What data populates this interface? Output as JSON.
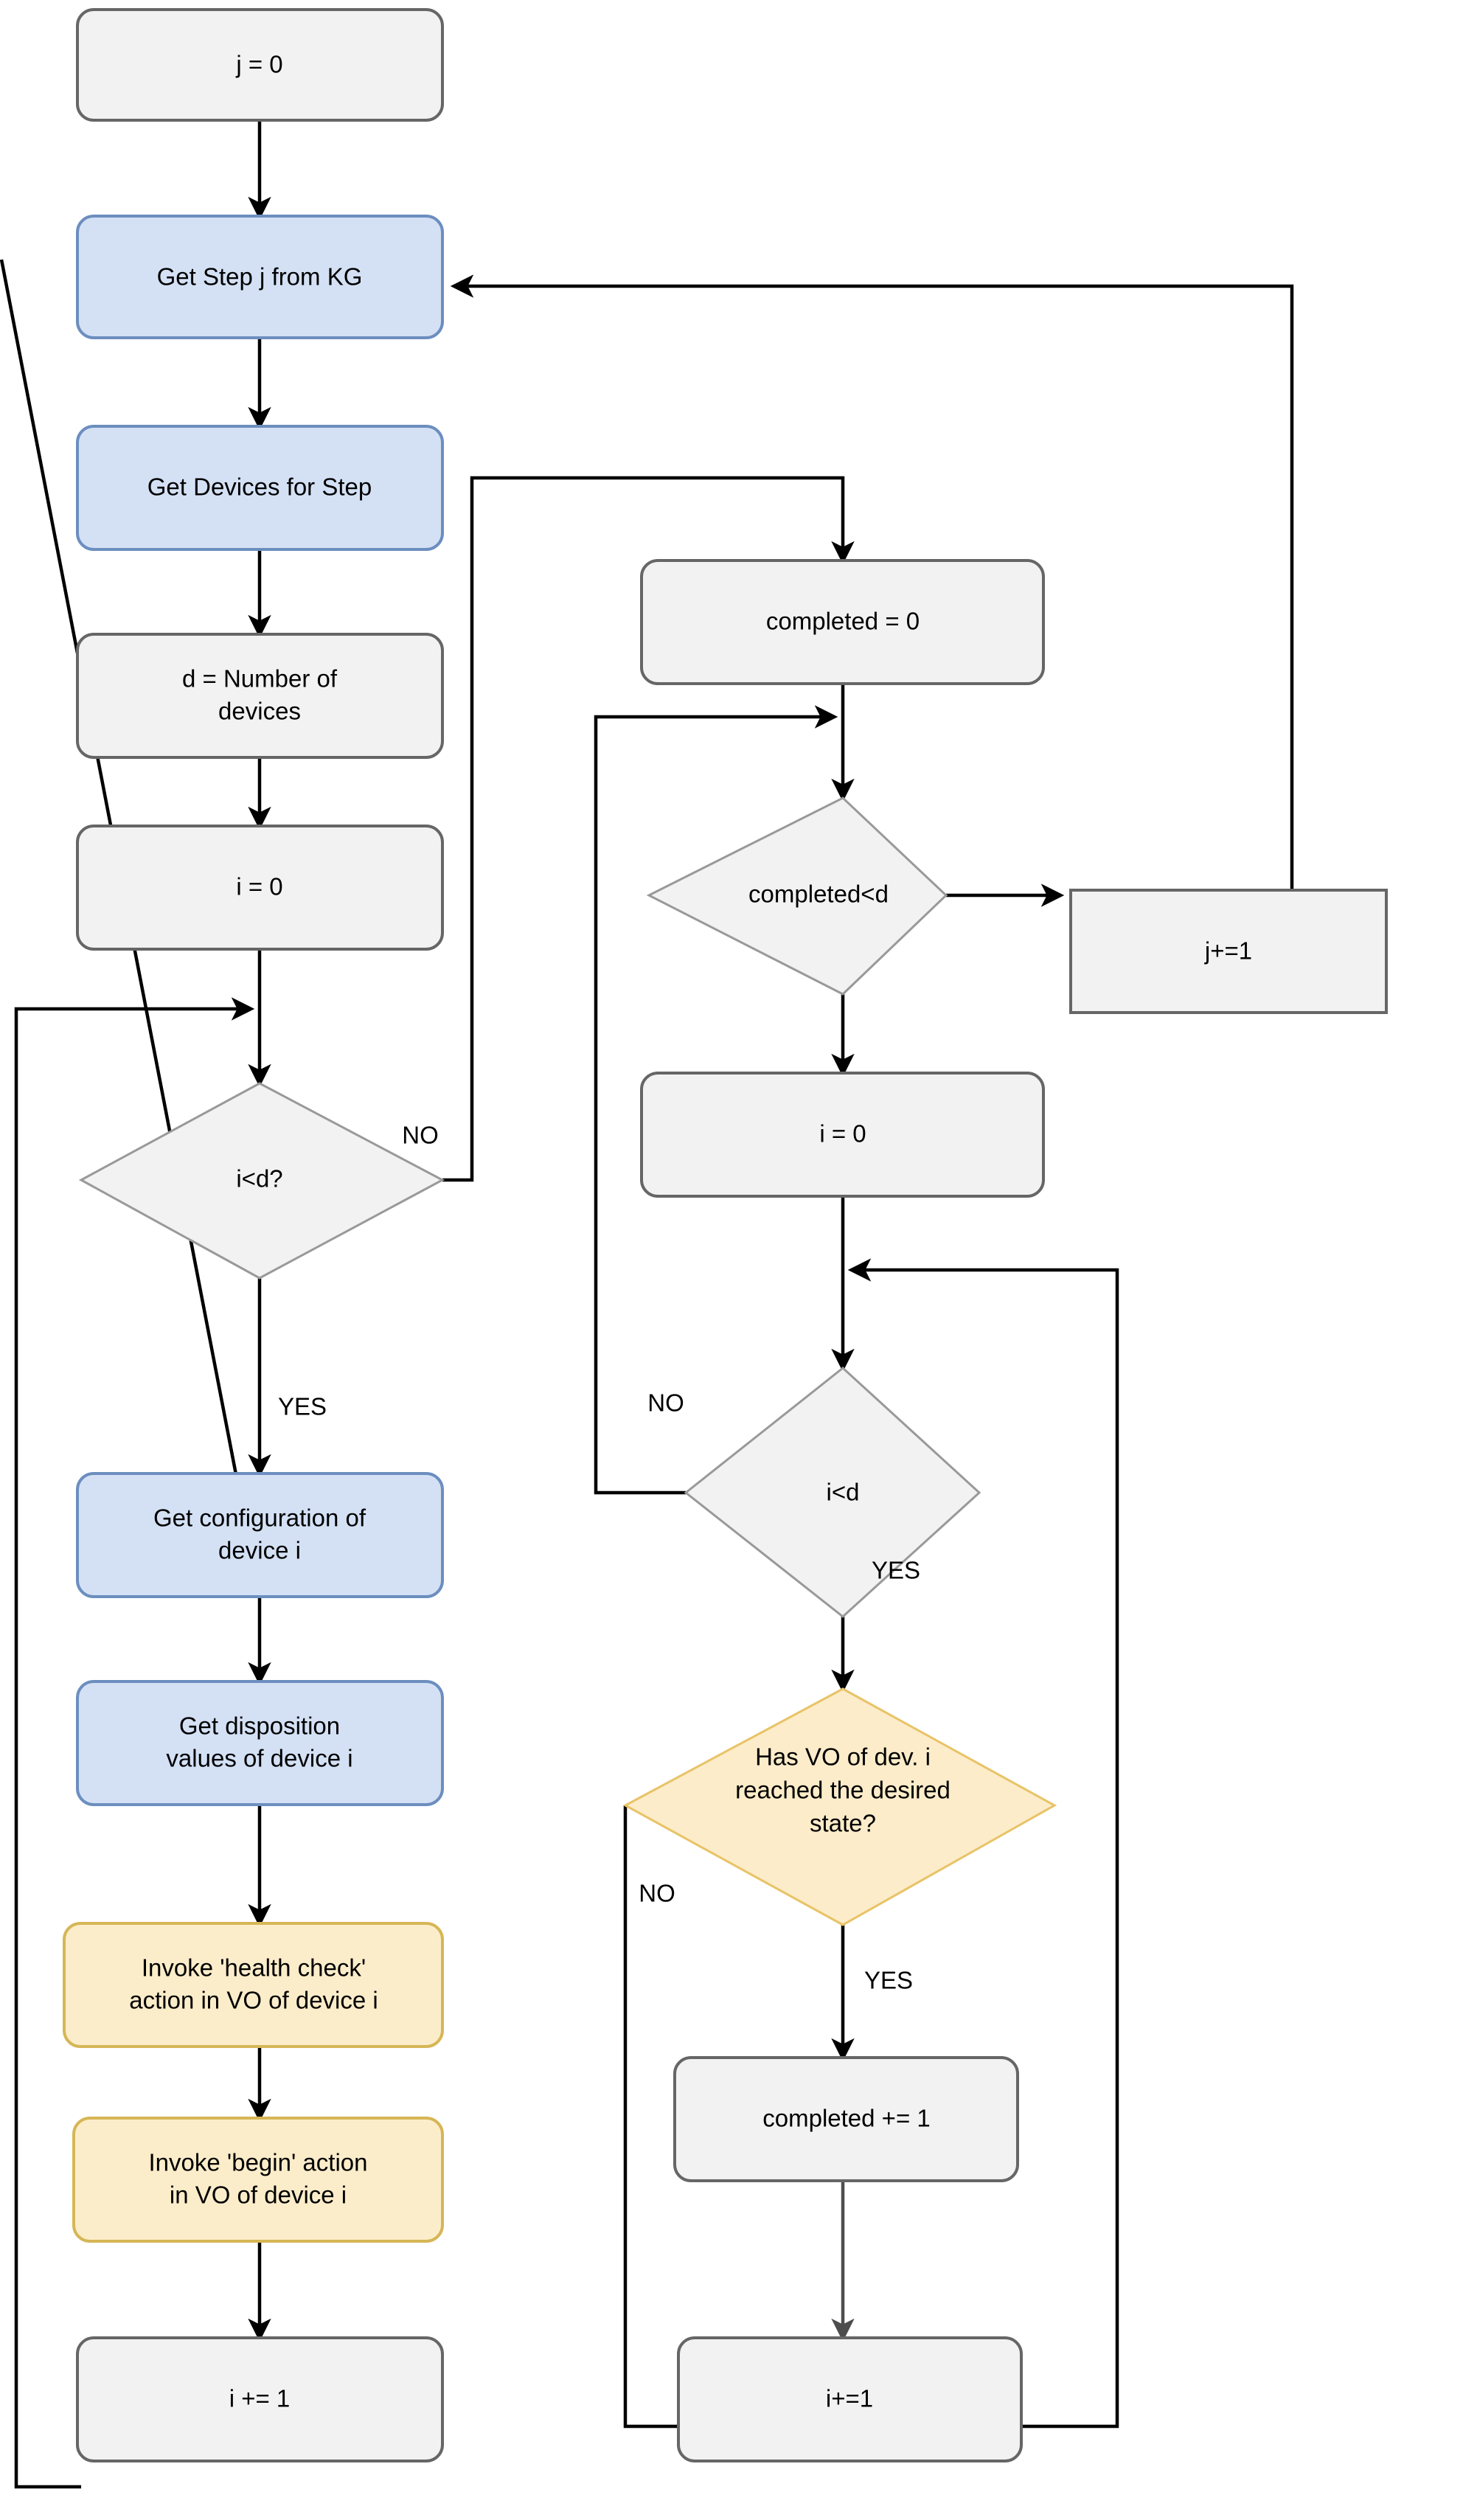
{
  "diagram": {
    "title": "Device orchestration flowchart",
    "colors": {
      "grey_fill": "#f2f2f2",
      "grey_stroke": "#666666",
      "blue_fill": "#d4e1f5",
      "blue_stroke": "#6c8ebf",
      "yellow_fill": "#fcedca",
      "yellow_stroke": "#d6b656",
      "edge": "#000000",
      "background": "#ffffff"
    },
    "nodes": {
      "j_init": {
        "label": "j = 0",
        "shape": "rounded-rect",
        "style": "grey"
      },
      "get_step": {
        "label": "Get Step j from KG",
        "shape": "rounded-rect",
        "style": "blue"
      },
      "get_devices": {
        "label": "Get Devices for Step",
        "shape": "rounded-rect",
        "style": "blue"
      },
      "d_count_line1": {
        "label": "d = Number of",
        "shape": "rounded-rect",
        "style": "grey"
      },
      "d_count_line2": {
        "label": "devices",
        "shape": "rounded-rect",
        "style": "grey"
      },
      "i_init_left": {
        "label": "i = 0",
        "shape": "rounded-rect",
        "style": "grey"
      },
      "i_lt_d_q": {
        "label": "i<d?",
        "shape": "diamond",
        "style": "grey"
      },
      "get_config_line1": {
        "label": "Get configuration of",
        "shape": "rounded-rect",
        "style": "blue"
      },
      "get_config_line2": {
        "label": "device i",
        "shape": "rounded-rect",
        "style": "blue"
      },
      "get_disposition_line1": {
        "label": "Get disposition",
        "shape": "rounded-rect",
        "style": "blue"
      },
      "get_disposition_line2": {
        "label": "values of device i",
        "shape": "rounded-rect",
        "style": "blue"
      },
      "invoke_health_line1": {
        "label": "Invoke 'health check'",
        "shape": "rounded-rect",
        "style": "yellow"
      },
      "invoke_health_line2": {
        "label": "action in VO of device i",
        "shape": "rounded-rect",
        "style": "yellow"
      },
      "invoke_begin_line1": {
        "label": "Invoke 'begin' action",
        "shape": "rounded-rect",
        "style": "yellow"
      },
      "invoke_begin_line2": {
        "label": "in VO of device i",
        "shape": "rounded-rect",
        "style": "yellow"
      },
      "i_incr_left": {
        "label": "i += 1",
        "shape": "rounded-rect",
        "style": "grey"
      },
      "completed_init": {
        "label": "completed = 0",
        "shape": "rounded-rect",
        "style": "grey"
      },
      "completed_lt_d": {
        "label": "completed<d",
        "shape": "diamond",
        "style": "grey"
      },
      "j_incr": {
        "label": "j+=1",
        "shape": "rect",
        "style": "grey"
      },
      "i_init_right": {
        "label": "i = 0",
        "shape": "rounded-rect",
        "style": "grey"
      },
      "i_lt_d": {
        "label": "i<d",
        "shape": "diamond",
        "style": "grey"
      },
      "vo_state_line1": {
        "label": "Has VO of dev. i",
        "shape": "diamond",
        "style": "yellow"
      },
      "vo_state_line2": {
        "label": "reached the desired",
        "shape": "diamond",
        "style": "yellow"
      },
      "vo_state_line3": {
        "label": "state?",
        "shape": "diamond",
        "style": "yellow"
      },
      "completed_incr": {
        "label": "completed += 1",
        "shape": "rounded-rect",
        "style": "grey"
      },
      "i_incr_right": {
        "label": "i+=1",
        "shape": "rounded-rect",
        "style": "grey"
      }
    },
    "edge_labels": {
      "i_lt_d_q_no": "NO",
      "i_lt_d_q_yes": "YES",
      "i_lt_d_no": "NO",
      "i_lt_d_yes": "YES",
      "vo_state_no": "NO",
      "vo_state_yes": "YES"
    }
  }
}
